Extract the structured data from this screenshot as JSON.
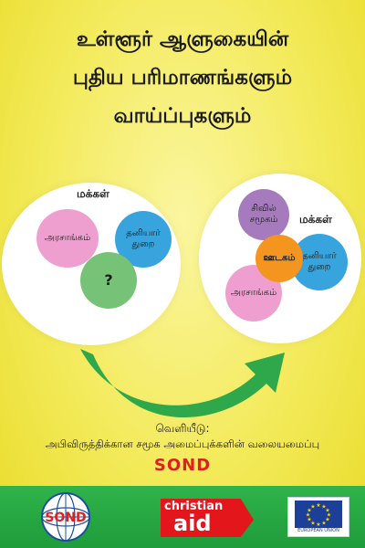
{
  "title": {
    "line1": "உள்ளூர் ஆளுகையின்",
    "line2": "புதிய பரிமாணங்களும்",
    "line3": "வாய்ப்புகளும்"
  },
  "left_diagram": {
    "people_label": "மக்கள்",
    "government": "அரசாங்கம்",
    "private_sector": "தனியார் துறை",
    "unknown": "?"
  },
  "right_diagram": {
    "people_label": "மக்கள்",
    "civil_society": "சிவில் சமூகம்",
    "media": "ஊடகம்",
    "private_sector": "தனியார் துறை",
    "government": "அரசாங்கம்"
  },
  "publisher": {
    "label": "வெளியீடு:",
    "name": "அபிவிருத்திக்கான சமூக அமைப்புக்களின் வலையமைப்பு",
    "acronym": "SOND"
  },
  "footer": {
    "sond_logo_text": "SOND",
    "christian": "christian",
    "aid": "aid",
    "eu": "EUROPEAN UNION"
  },
  "colors": {
    "pink": "#ef9fcf",
    "blue": "#37a4dd",
    "green": "#76c377",
    "purple": "#a57bbd",
    "orange": "#f4951f",
    "arrow": "#2ea84a",
    "red": "#e3161b",
    "eu_blue": "#1c3f9a"
  }
}
